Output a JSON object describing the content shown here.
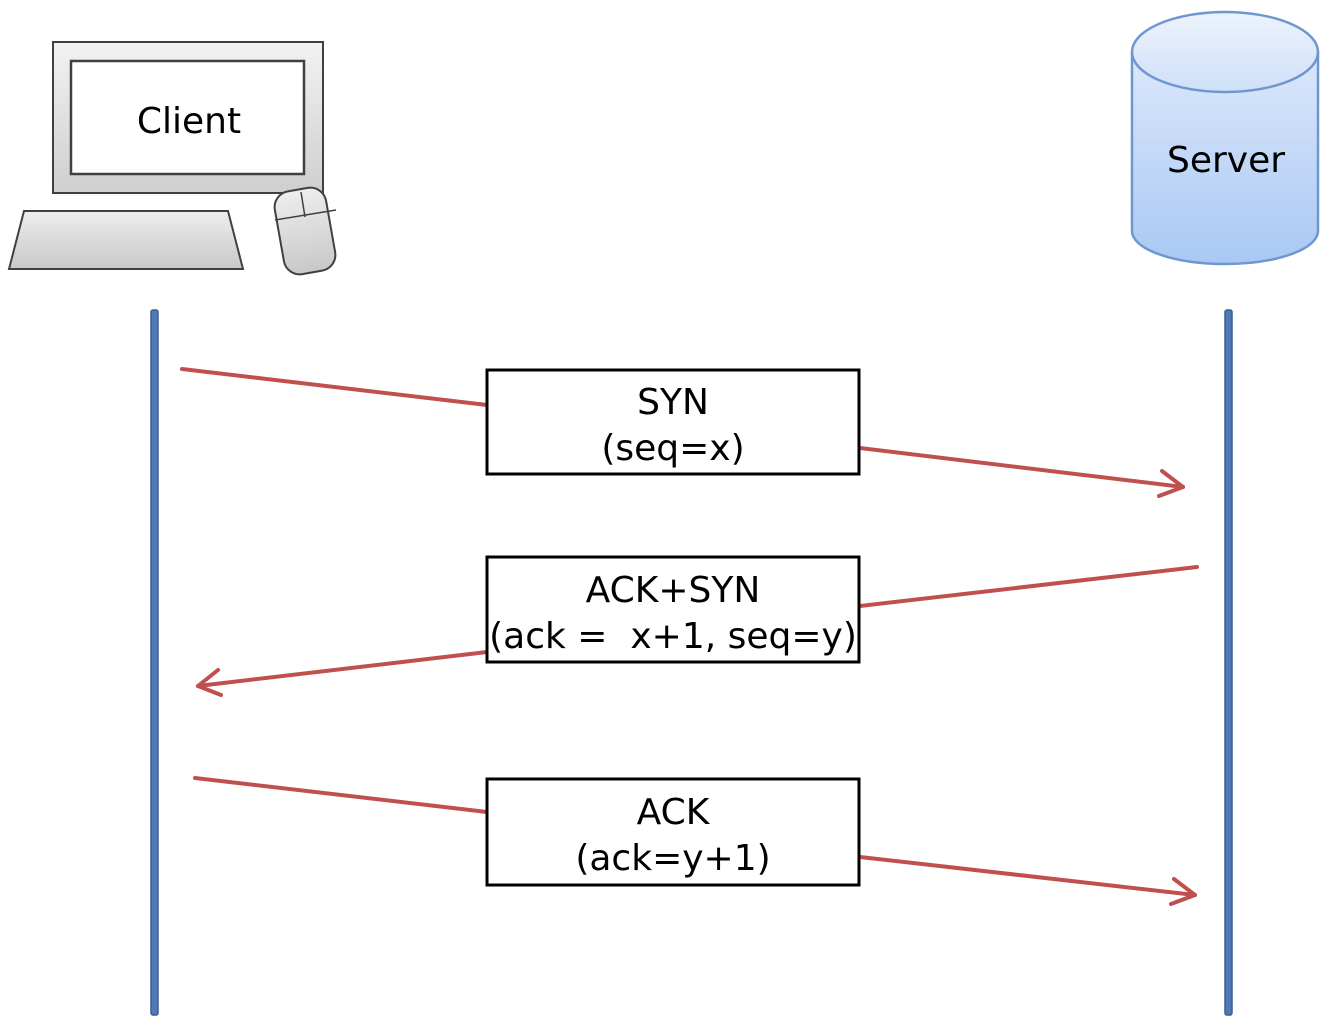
{
  "client": {
    "label": "Client"
  },
  "server": {
    "label": "Server"
  },
  "messages": [
    {
      "line1": "SYN",
      "line2": "(seq=x)"
    },
    {
      "line1": "ACK+SYN",
      "line2": "(ack =  x+1, seq=y)"
    },
    {
      "line1": "ACK",
      "line2": "(ack=y+1)"
    }
  ],
  "colors": {
    "lifeline": "#4f7ab5",
    "arrow": "#c0504d",
    "server_fill_top": "#dce8fb",
    "server_fill_bottom": "#a9c8f4",
    "server_stroke": "#6f97cf",
    "computer_fill": "#d9d9d9"
  }
}
